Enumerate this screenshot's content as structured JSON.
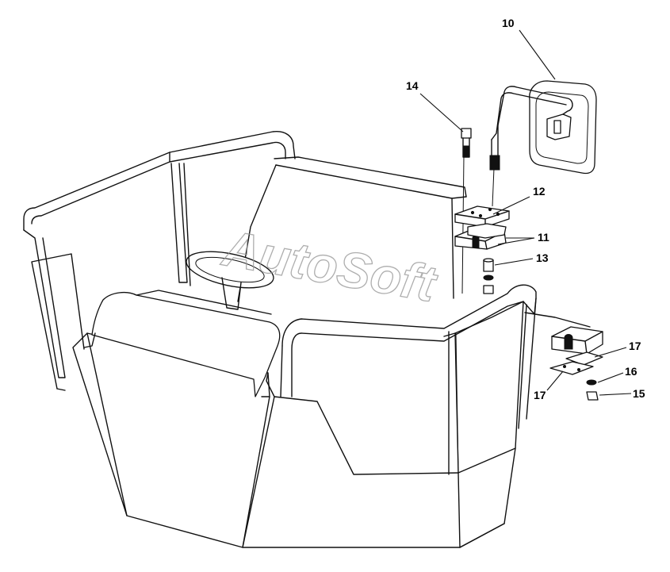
{
  "watermark": "AutoSoft",
  "callouts": [
    {
      "id": "c10",
      "label": "10"
    },
    {
      "id": "c11",
      "label": "11"
    },
    {
      "id": "c12",
      "label": "12"
    },
    {
      "id": "c13",
      "label": "13"
    },
    {
      "id": "c14",
      "label": "14"
    },
    {
      "id": "c15",
      "label": "15"
    },
    {
      "id": "c16",
      "label": "16"
    },
    {
      "id": "c17a",
      "label": "17"
    },
    {
      "id": "c17b",
      "label": "17"
    }
  ]
}
